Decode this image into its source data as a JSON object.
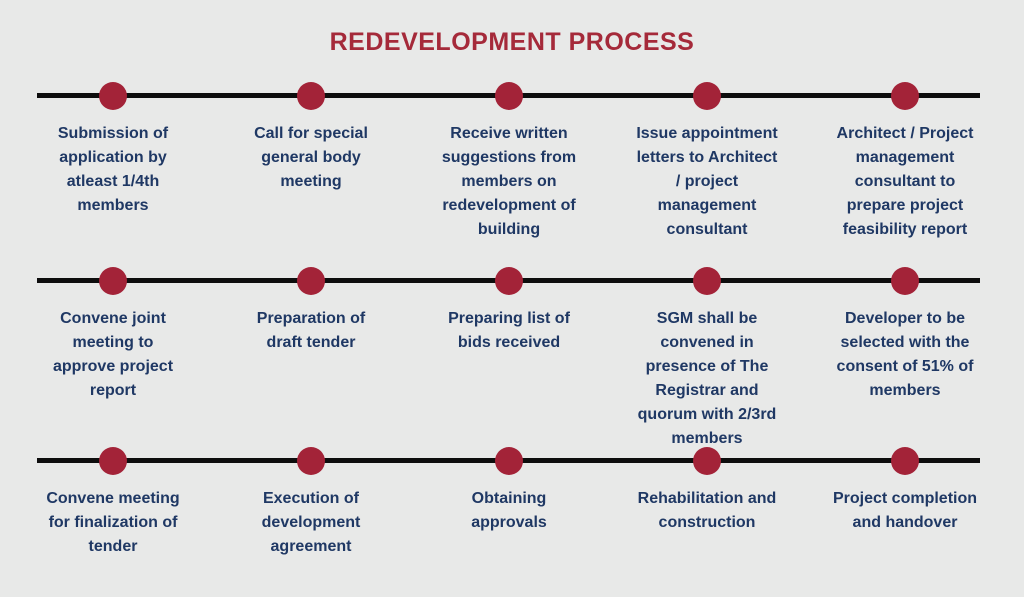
{
  "title": "REDEVELOPMENT PROCESS",
  "colors": {
    "background": "#e8e9e8",
    "title": "#a52a3a",
    "dot": "#a32338",
    "line": "#0d0d0d",
    "label_text": "#1f3864"
  },
  "rows": [
    {
      "steps": [
        {
          "label": "Submission of\napplication by\natleast 1/4th\nmembers"
        },
        {
          "label": "Call for special\ngeneral body\nmeeting"
        },
        {
          "label": "Receive written\nsuggestions from\nmembers on\nredevelopment of\nbuilding"
        },
        {
          "label": "Issue appointment\nletters to Architect\n/ project\nmanagement\nconsultant"
        },
        {
          "label": "Architect / Project\nmanagement\nconsultant to\nprepare project\nfeasibility report"
        }
      ]
    },
    {
      "steps": [
        {
          "label": "Convene joint\nmeeting to\napprove project\nreport"
        },
        {
          "label": "Preparation of\ndraft tender"
        },
        {
          "label": "Preparing list of\nbids received"
        },
        {
          "label": "SGM shall be\nconvened in\npresence of The\nRegistrar and\nquorum with 2/3rd\nmembers"
        },
        {
          "label": "Developer to be\nselected with the\nconsent of 51% of\nmembers"
        }
      ]
    },
    {
      "steps": [
        {
          "label": "Convene meeting\nfor finalization of\ntender"
        },
        {
          "label": "Execution of\ndevelopment\nagreement"
        },
        {
          "label": "Obtaining\napprovals"
        },
        {
          "label": "Rehabilitation and\nconstruction"
        },
        {
          "label": "Project completion\nand handover"
        }
      ]
    }
  ]
}
